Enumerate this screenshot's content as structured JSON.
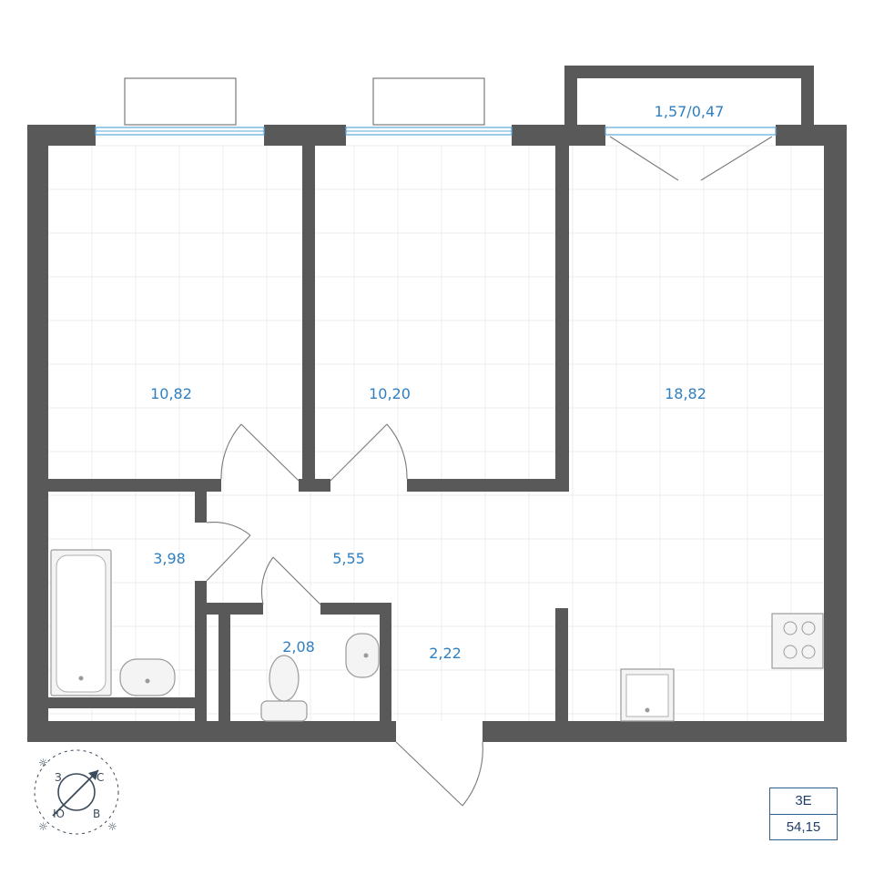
{
  "rooms": {
    "bedroom_left": {
      "area": "10,82"
    },
    "bedroom_middle": {
      "area": "10,20"
    },
    "living_kitchen": {
      "area": "18,82"
    },
    "balcony": {
      "area": "1,57/0,47"
    },
    "bathroom": {
      "area": "3,98"
    },
    "hallway": {
      "area": "5,55"
    },
    "toilet": {
      "area": "2,08"
    },
    "entry": {
      "area": "2,22"
    }
  },
  "info": {
    "apartment_code": "3E",
    "total_area": "54,15"
  },
  "compass": {
    "north": "С",
    "east": "В",
    "south": "Ю",
    "west": "З"
  },
  "colors": {
    "wall": "#595959",
    "label": "#2f7fc1",
    "window": "#5aa8e0"
  }
}
